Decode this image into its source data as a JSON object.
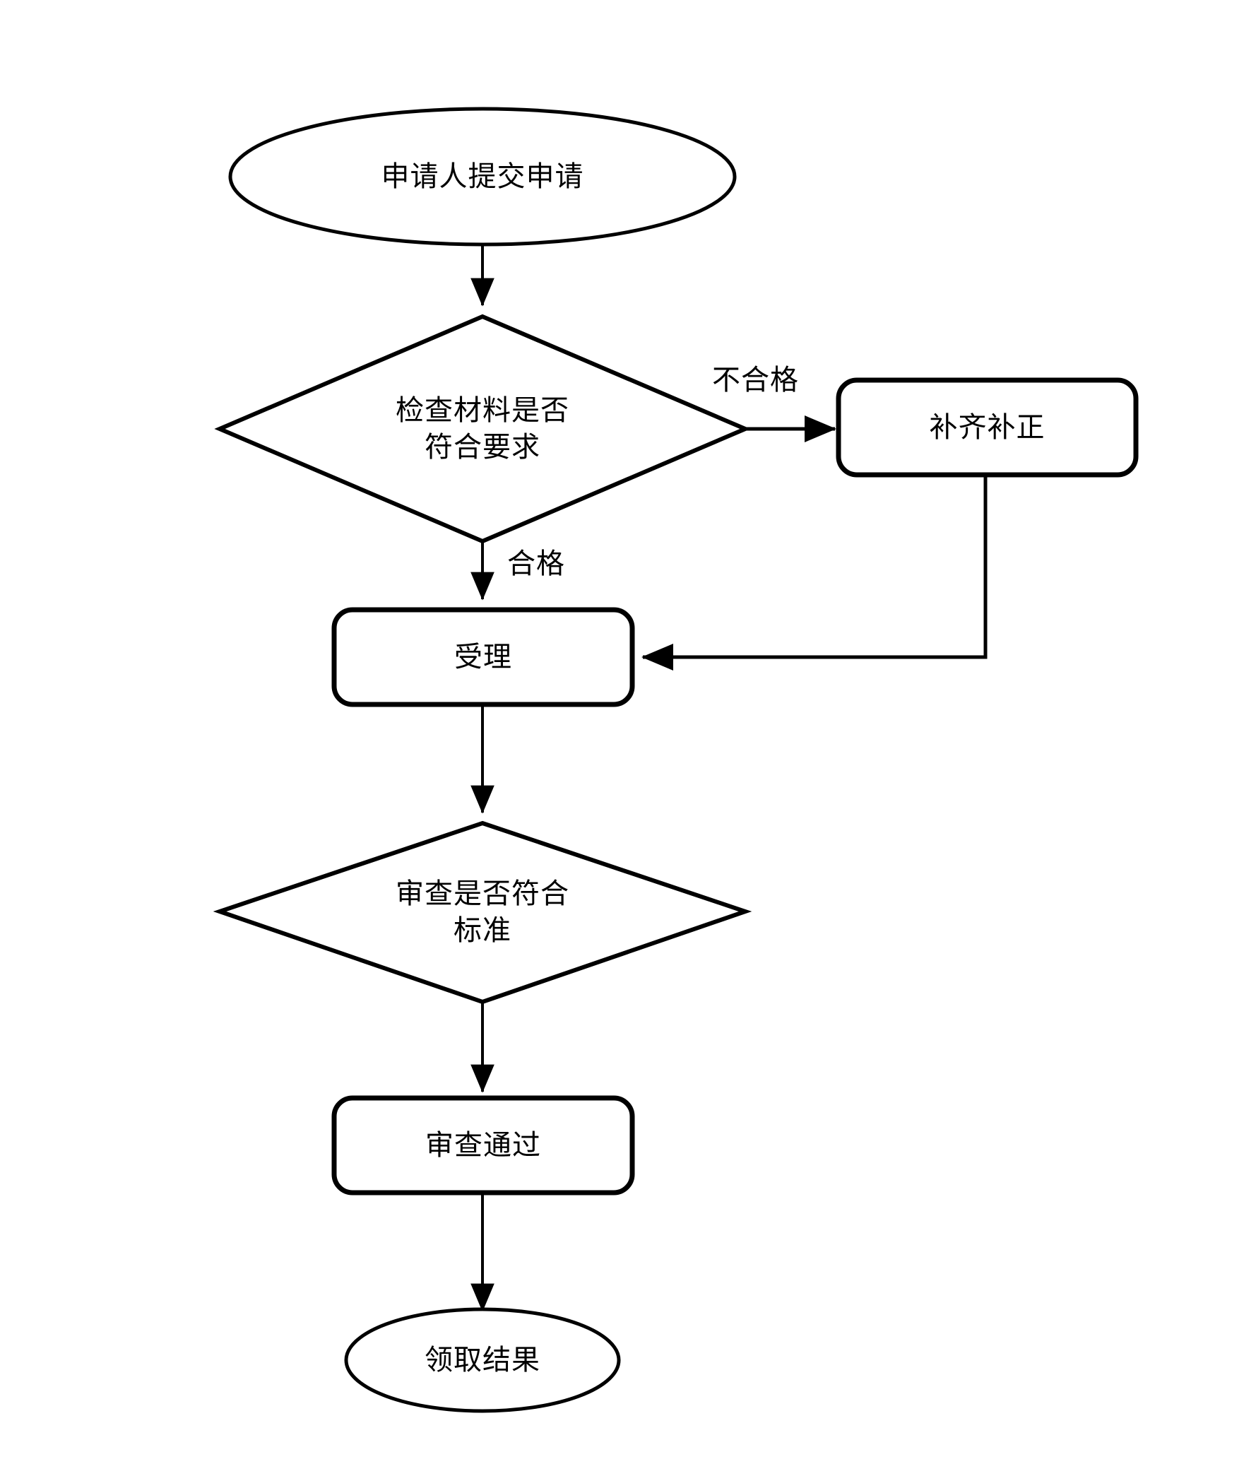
{
  "diagram": {
    "type": "flowchart",
    "orientation": "top-to-bottom",
    "language": "zh-CN",
    "background_color": "#ffffff",
    "line_color": "#000000",
    "text_color": "#000000"
  },
  "nodes": [
    {
      "id": "start",
      "shape": "ellipse",
      "label": "申请人提交申请",
      "role": "start-terminator"
    },
    {
      "id": "check_materials",
      "shape": "diamond",
      "label": "检查材料是否\n符合要求",
      "role": "decision"
    },
    {
      "id": "supplement",
      "shape": "rounded-rect",
      "label": "补齐补正",
      "role": "process"
    },
    {
      "id": "accept",
      "shape": "rounded-rect",
      "label": "受理",
      "role": "process"
    },
    {
      "id": "review_standard",
      "shape": "diamond",
      "label": "审查是否符合\n标准",
      "role": "decision"
    },
    {
      "id": "review_passed",
      "shape": "rounded-rect",
      "label": "审查通过",
      "role": "process"
    },
    {
      "id": "collect_result",
      "shape": "ellipse",
      "label": "领取结果",
      "role": "end-terminator"
    }
  ],
  "edges": [
    {
      "id": "e1",
      "from": "start",
      "to": "check_materials",
      "label": ""
    },
    {
      "id": "e2",
      "from": "check_materials",
      "to": "supplement",
      "label": "不合格"
    },
    {
      "id": "e3",
      "from": "check_materials",
      "to": "accept",
      "label": "合格"
    },
    {
      "id": "e4",
      "from": "supplement",
      "to": "accept",
      "label": ""
    },
    {
      "id": "e5",
      "from": "accept",
      "to": "review_standard",
      "label": ""
    },
    {
      "id": "e6",
      "from": "review_standard",
      "to": "review_passed",
      "label": ""
    },
    {
      "id": "e7",
      "from": "review_passed",
      "to": "collect_result",
      "label": ""
    }
  ],
  "edge_labels": {
    "not_qualified": "不合格",
    "qualified": "合格"
  }
}
